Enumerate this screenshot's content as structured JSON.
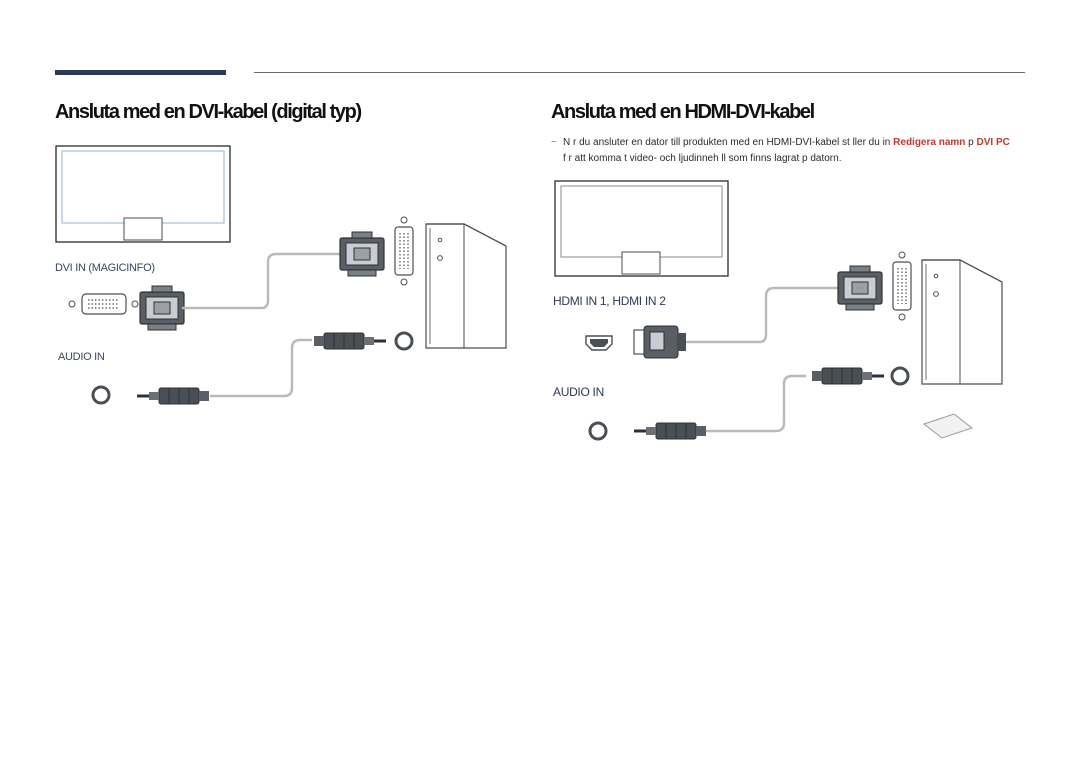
{
  "left_section": {
    "heading": "Ansluta med en DVI-kabel (digital typ)",
    "dvi_label": "DVI IN (MAGICINFO)",
    "audio_label": "AUDIO IN"
  },
  "right_section": {
    "heading": "Ansluta med en HDMI-DVI-kabel",
    "note_marker": "−",
    "note_part1": "N r du ansluter en dator till produkten med en HDMI-DVI-kabel st ller du in ",
    "note_highlight": "Redigera namn",
    "note_part2": " p  ",
    "note_highlight2": "DVI PC",
    "note_line2": "f r att komma  t video- och ljudinneh ll som finns lagrat p  datorn.",
    "hdmi_label": "HDMI IN 1, HDMI IN 2",
    "audio_label": "AUDIO IN"
  },
  "colors": {
    "accent_bar": "#2b3a57",
    "highlight": "#c0392b",
    "connector": "#4a4f55",
    "cable": "#b9b9b9"
  }
}
